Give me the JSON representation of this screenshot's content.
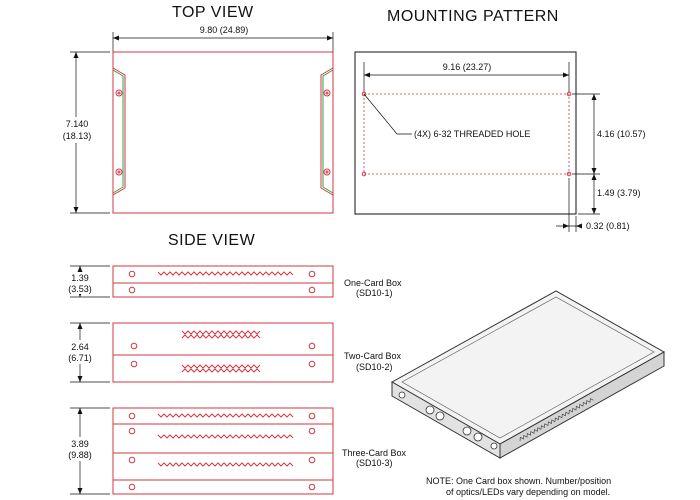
{
  "top_view": {
    "title": "TOP VIEW",
    "width_dim": "9.80 (24.89)",
    "height_dim_in": "7.140",
    "height_dim_mm": "(18.13)"
  },
  "mounting_pattern": {
    "title": "MOUNTING PATTERN",
    "width_dim": "9.16 (23.27)",
    "hole_note": "(4X) 6-32 THREADED HOLE",
    "height_dim": "4.16 (10.57)",
    "offset_y_dim": "1.49 (3.79)",
    "offset_x_dim": "0.32 (0.81)"
  },
  "side_view": {
    "title": "SIDE VIEW",
    "boxes": [
      {
        "dim_in": "1.39",
        "dim_mm": "(3.53)",
        "name": "One-Card Box",
        "model": "(SD10-1)"
      },
      {
        "dim_in": "2.64",
        "dim_mm": "(6.71)",
        "name": "Two-Card Box",
        "model": "(SD10-2)"
      },
      {
        "dim_in": "3.89",
        "dim_mm": "(9.88)",
        "name": "Three-Card Box",
        "model": "(SD10-3)"
      }
    ]
  },
  "note": {
    "line1": "NOTE: One Card box shown.  Number/position",
    "line2": "of optics/LEDs vary depending on model."
  },
  "colors": {
    "outline": "#d13a44",
    "dimension": "#111111",
    "side_bracket": "#3b9b45"
  }
}
